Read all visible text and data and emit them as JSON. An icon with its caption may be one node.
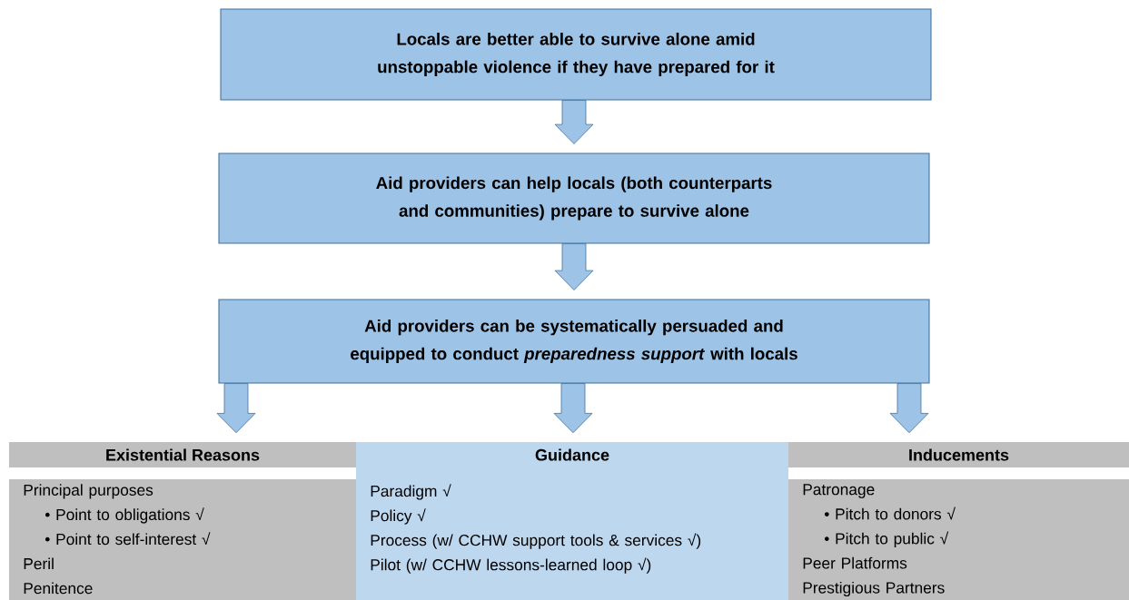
{
  "diagram": {
    "nodes": [
      {
        "text": [
          "Locals are better able to survive alone amid unstoppable violence if they have prepared for it"
        ]
      },
      {
        "text": [
          "Aid providers can help locals (both counterparts and communities) prepare to survive alone"
        ]
      },
      {
        "text": [
          "Aid providers can be systematically persuaded and equipped to conduct *preparedness support* with locals"
        ]
      },
      {
        "text": [
          "Existential Reasons"
        ]
      },
      {
        "text": [
          "Guidance"
        ]
      },
      {
        "text": [
          "Inducements"
        ]
      },
      {
        "text": [
          "Principal purposes",
          "• Point to obligations √",
          "• Point to self-interest √",
          "Peril",
          "Penitence"
        ]
      },
      {
        "text": [
          "Paradigm √",
          "Policy √",
          "Process (w/ CCHW support tools & services √)",
          "Pilot (w/ CCHW lessons-learned loop √)"
        ]
      },
      {
        "text": [
          "Patronage",
          "• Pitch to donors √",
          "• Pitch to public √",
          "Peer Platforms",
          "Prestigious Partners"
        ]
      }
    ],
    "edges": [
      {
        "from": 0,
        "to": 1,
        "arrow": "to"
      },
      {
        "from": 1,
        "to": 2,
        "arrow": "to"
      },
      {
        "from": 2,
        "to": 3,
        "arrow": "to"
      },
      {
        "from": 2,
        "to": 4,
        "arrow": "to"
      },
      {
        "from": 2,
        "to": 5,
        "arrow": "to"
      }
    ]
  }
}
